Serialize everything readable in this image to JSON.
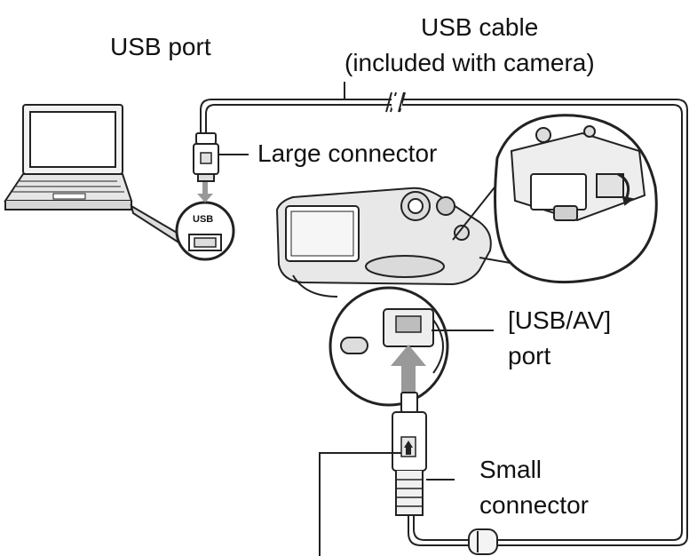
{
  "labels": {
    "usb_port": "USB port",
    "usb_cable_line1": "USB cable",
    "usb_cable_line2": "(included with camera)",
    "large_connector": "Large connector",
    "usb_av_line1": "[USB/AV]",
    "usb_av_line2": "port",
    "small_connector_line1": "Small",
    "small_connector_line2": "connector",
    "usb_socket_mark": "USB"
  },
  "icons": [
    "laptop-icon",
    "usb-socket-icon",
    "camera-icon",
    "usb-cable-icon",
    "large-connector-icon",
    "small-connector-icon",
    "ferrite-core-icon"
  ],
  "colors": {
    "line": "#222222",
    "fill_light": "#f2f2f2",
    "fill_mid": "#d6d6d6",
    "fill_dark": "#555555",
    "arrow": "#999999"
  }
}
